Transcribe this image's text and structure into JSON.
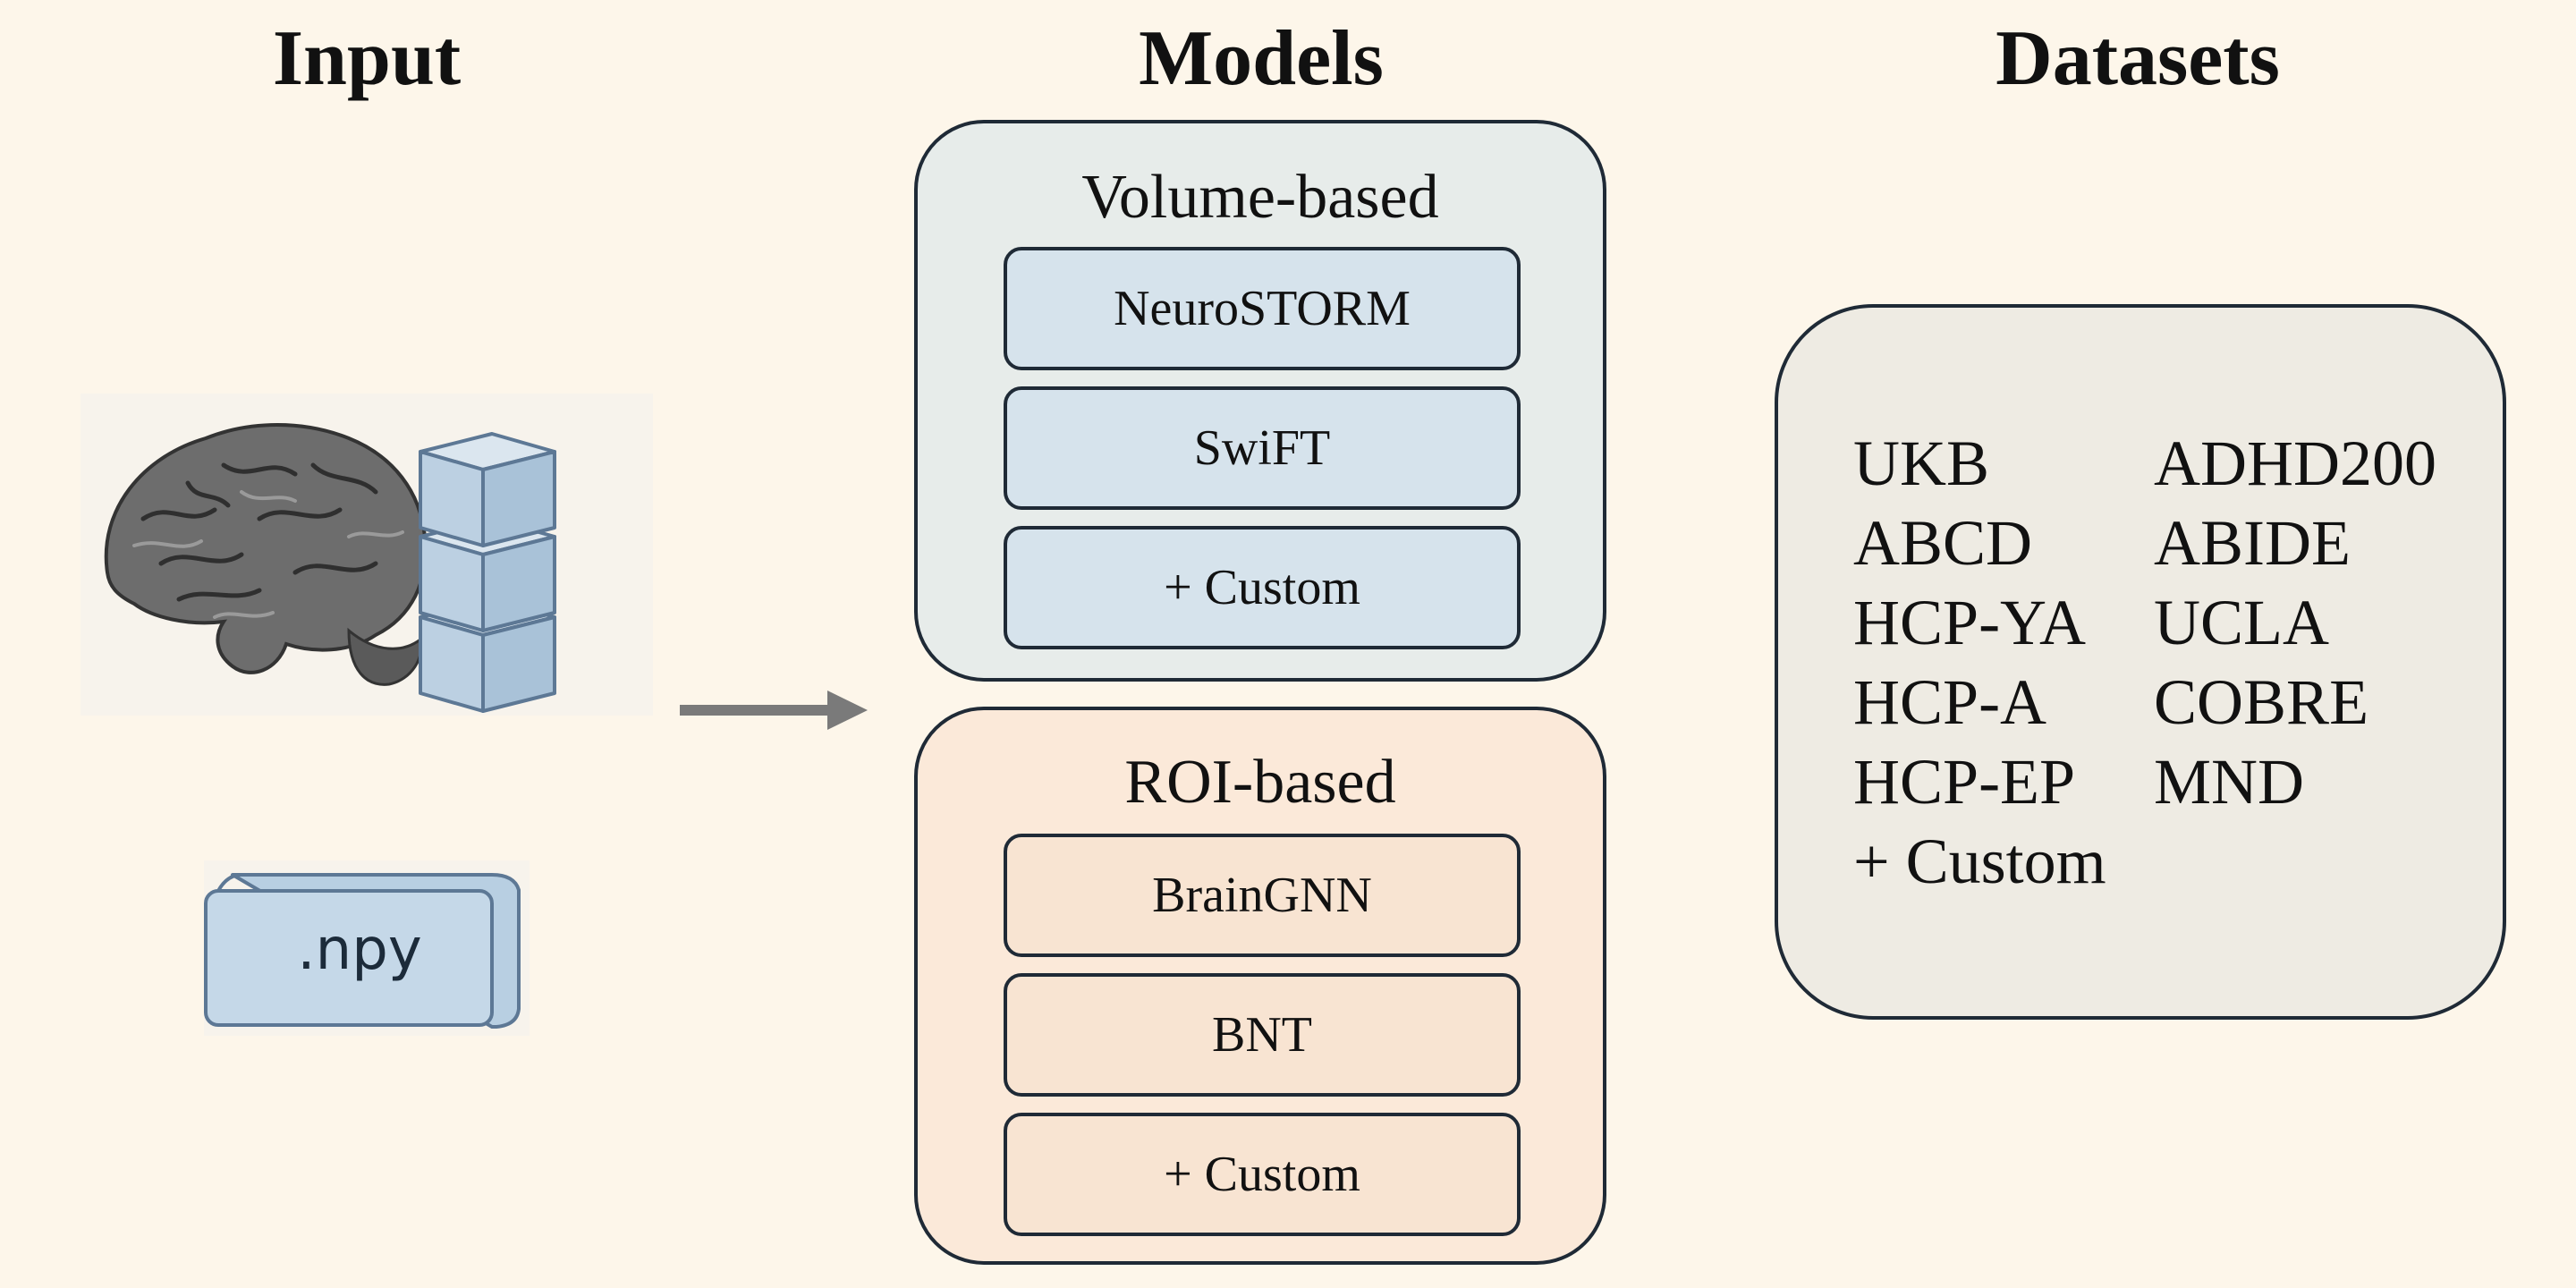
{
  "headers": {
    "input": "Input",
    "models": "Models",
    "datasets": "Datasets"
  },
  "input": {
    "brain_icon": "brain-icon",
    "volume_icon": "stacked-cubes-icon",
    "file_label": ".npy"
  },
  "models": {
    "volume": {
      "title": "Volume-based",
      "items": [
        "NeuroSTORM",
        "SwiFT",
        "+ Custom"
      ]
    },
    "roi": {
      "title": "ROI-based",
      "items": [
        "BrainGNN",
        "BNT",
        "+ Custom"
      ]
    }
  },
  "datasets": {
    "left": [
      "UKB",
      "ABCD",
      "HCP-YA",
      "HCP-A",
      "HCP-EP",
      "+ Custom"
    ],
    "right": [
      "ADHD200",
      "ABIDE",
      "UCLA",
      "COBRE",
      "MND"
    ]
  },
  "colors": {
    "background": "#fdf6ea",
    "volume_group": "#e7ecea",
    "volume_box": "#d6e3ec",
    "roi_group": "#fbe9d9",
    "roi_box": "#f8e4d2",
    "datasets_group": "#eeebe3",
    "cube": "#c3d4e3",
    "arrow": "#7a7a7a"
  }
}
